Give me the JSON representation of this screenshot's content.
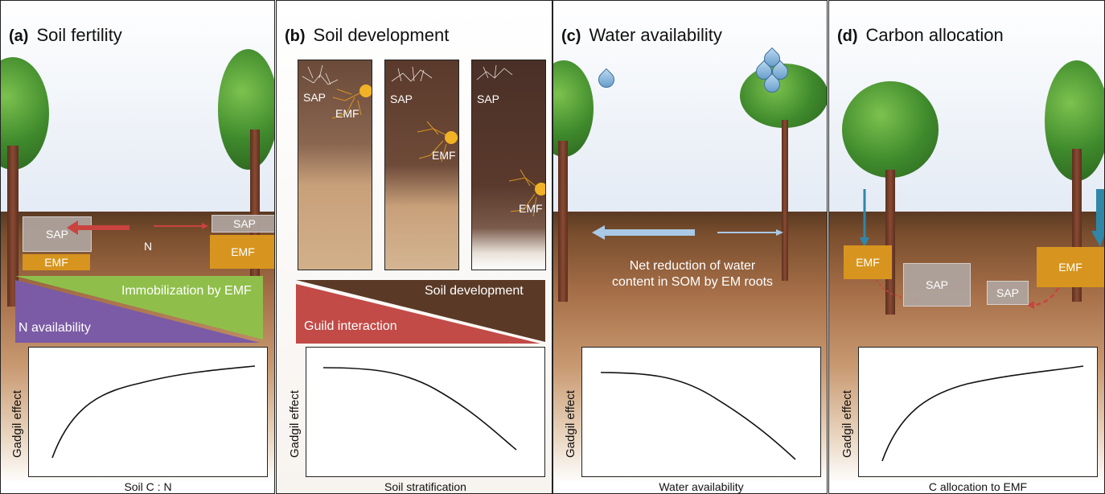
{
  "panels": [
    {
      "letter": "(a)",
      "title": "Soil fertility",
      "sap_left": "SAP",
      "emf_left": "EMF",
      "sap_right": "SAP",
      "emf_right": "EMF",
      "nutrient": "N",
      "wedge_top": "Immobilization by EMF",
      "wedge_bottom": "N availability",
      "ylabel": "Gadgil effect",
      "xlabel": "Soil C : N",
      "colors": {
        "wedge_top": "#8fbf4a",
        "wedge_bottom": "#7b5aa6",
        "arrow": "#c9433f"
      }
    },
    {
      "letter": "(b)",
      "title": "Soil development",
      "cores": [
        {
          "sap": "SAP",
          "emf": "EMF"
        },
        {
          "sap": "SAP",
          "emf": "EMF"
        },
        {
          "sap": "SAP",
          "emf": "EMF"
        }
      ],
      "wedge_top": "Soil development",
      "wedge_bottom": "Guild interaction",
      "ylabel": "Gadgil effect",
      "xlabel": "Soil stratification",
      "colors": {
        "wedge_top": "#5a3a26",
        "wedge_bottom": "#c24a47"
      }
    },
    {
      "letter": "(c)",
      "title": "Water availability",
      "note": "Net reduction of water content in SOM by EM roots",
      "ylabel": "Gadgil effect",
      "xlabel": "Water availability",
      "colors": {
        "arrow": "#a9c9e6"
      }
    },
    {
      "letter": "(d)",
      "title": "Carbon allocation",
      "emf_left": "EMF",
      "sap_left": "SAP",
      "sap_right": "SAP",
      "emf_right": "EMF",
      "ylabel": "Gadgil effect",
      "xlabel": "C allocation to EMF",
      "colors": {
        "down_arrow": "#2f87a8",
        "dashed_arrow": "#c9433f"
      }
    }
  ],
  "chart_data": [
    {
      "type": "line",
      "title": "",
      "xlabel": "Soil C : N",
      "ylabel": "Gadgil effect",
      "trend": "increasing, saturating",
      "ticks": false
    },
    {
      "type": "line",
      "title": "",
      "xlabel": "Soil stratification",
      "ylabel": "Gadgil effect",
      "trend": "decreasing, accelerating",
      "ticks": false
    },
    {
      "type": "line",
      "title": "",
      "xlabel": "Water availability",
      "ylabel": "Gadgil effect",
      "trend": "decreasing, accelerating",
      "ticks": false
    },
    {
      "type": "line",
      "title": "",
      "xlabel": "C allocation to EMF",
      "ylabel": "Gadgil effect",
      "trend": "increasing, saturating",
      "ticks": false
    }
  ]
}
